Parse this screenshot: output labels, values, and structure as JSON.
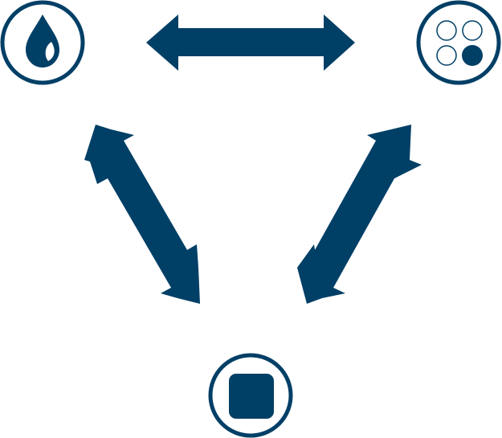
{
  "diagram": {
    "colors": {
      "primary": "#003f66",
      "background": "#ffffff"
    },
    "nodes": [
      {
        "id": "top-left",
        "icon": "flame-droplet-icon"
      },
      {
        "id": "top-right",
        "icon": "four-circles-icon",
        "filled_circles": 1,
        "total_circles": 4
      },
      {
        "id": "bottom",
        "icon": "rounded-square-icon"
      }
    ],
    "arrows": [
      {
        "from": "top-left",
        "to": "top-right",
        "type": "bidirectional"
      },
      {
        "from": "top-left",
        "to": "bottom",
        "type": "bidirectional"
      },
      {
        "from": "top-right",
        "to": "bottom",
        "type": "bidirectional"
      }
    ]
  }
}
